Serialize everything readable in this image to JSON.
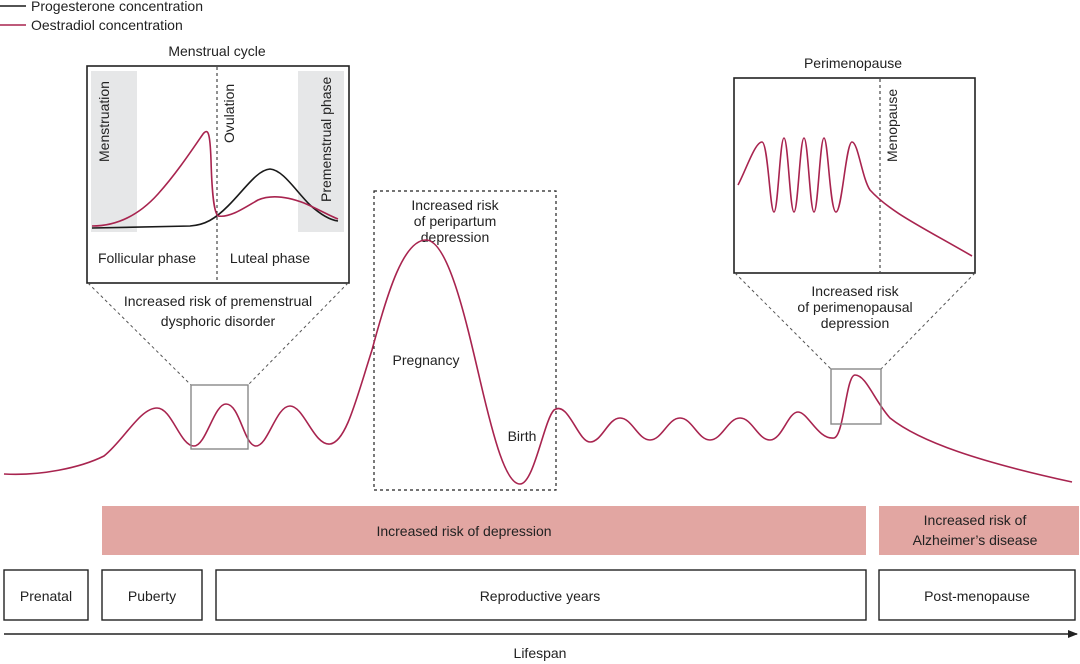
{
  "legend": {
    "progesterone": "Progesterone concentration",
    "oestradiol": "Oestradiol concentration"
  },
  "colors": {
    "oestradiol": "#a8244f",
    "progesterone": "#1a1a1a",
    "risk_band": "#e2a6a2",
    "phase_shade": "#e6e7e8",
    "inset_border": "#888888"
  },
  "menstrual_cycle": {
    "title": "Menstrual cycle",
    "menstruation": "Menstruation",
    "ovulation": "Ovulation",
    "premenstrual_phase": "Premenstrual phase",
    "follicular_phase": "Follicular phase",
    "luteal_phase": "Luteal phase",
    "risk_line1": "Increased risk of premenstrual",
    "risk_line2": "dysphoric disorder"
  },
  "pregnancy": {
    "risk_line1": "Increased risk",
    "risk_line2": "of peripartum",
    "risk_line3": "depression",
    "pregnancy_label": "Pregnancy",
    "birth_label": "Birth"
  },
  "perimenopause": {
    "title": "Perimenopause",
    "menopause": "Menopause",
    "risk_line1": "Increased risk",
    "risk_line2": "of perimenopausal",
    "risk_line3": "depression"
  },
  "bands": {
    "depression": "Increased risk of depression",
    "alzheimers_line1": "Increased risk of",
    "alzheimers_line2": "Alzheimer’s disease"
  },
  "stages": {
    "prenatal": "Prenatal",
    "puberty": "Puberty",
    "reproductive": "Reproductive years",
    "post_menopause": "Post-menopause"
  },
  "axis": {
    "label": "Lifespan"
  }
}
